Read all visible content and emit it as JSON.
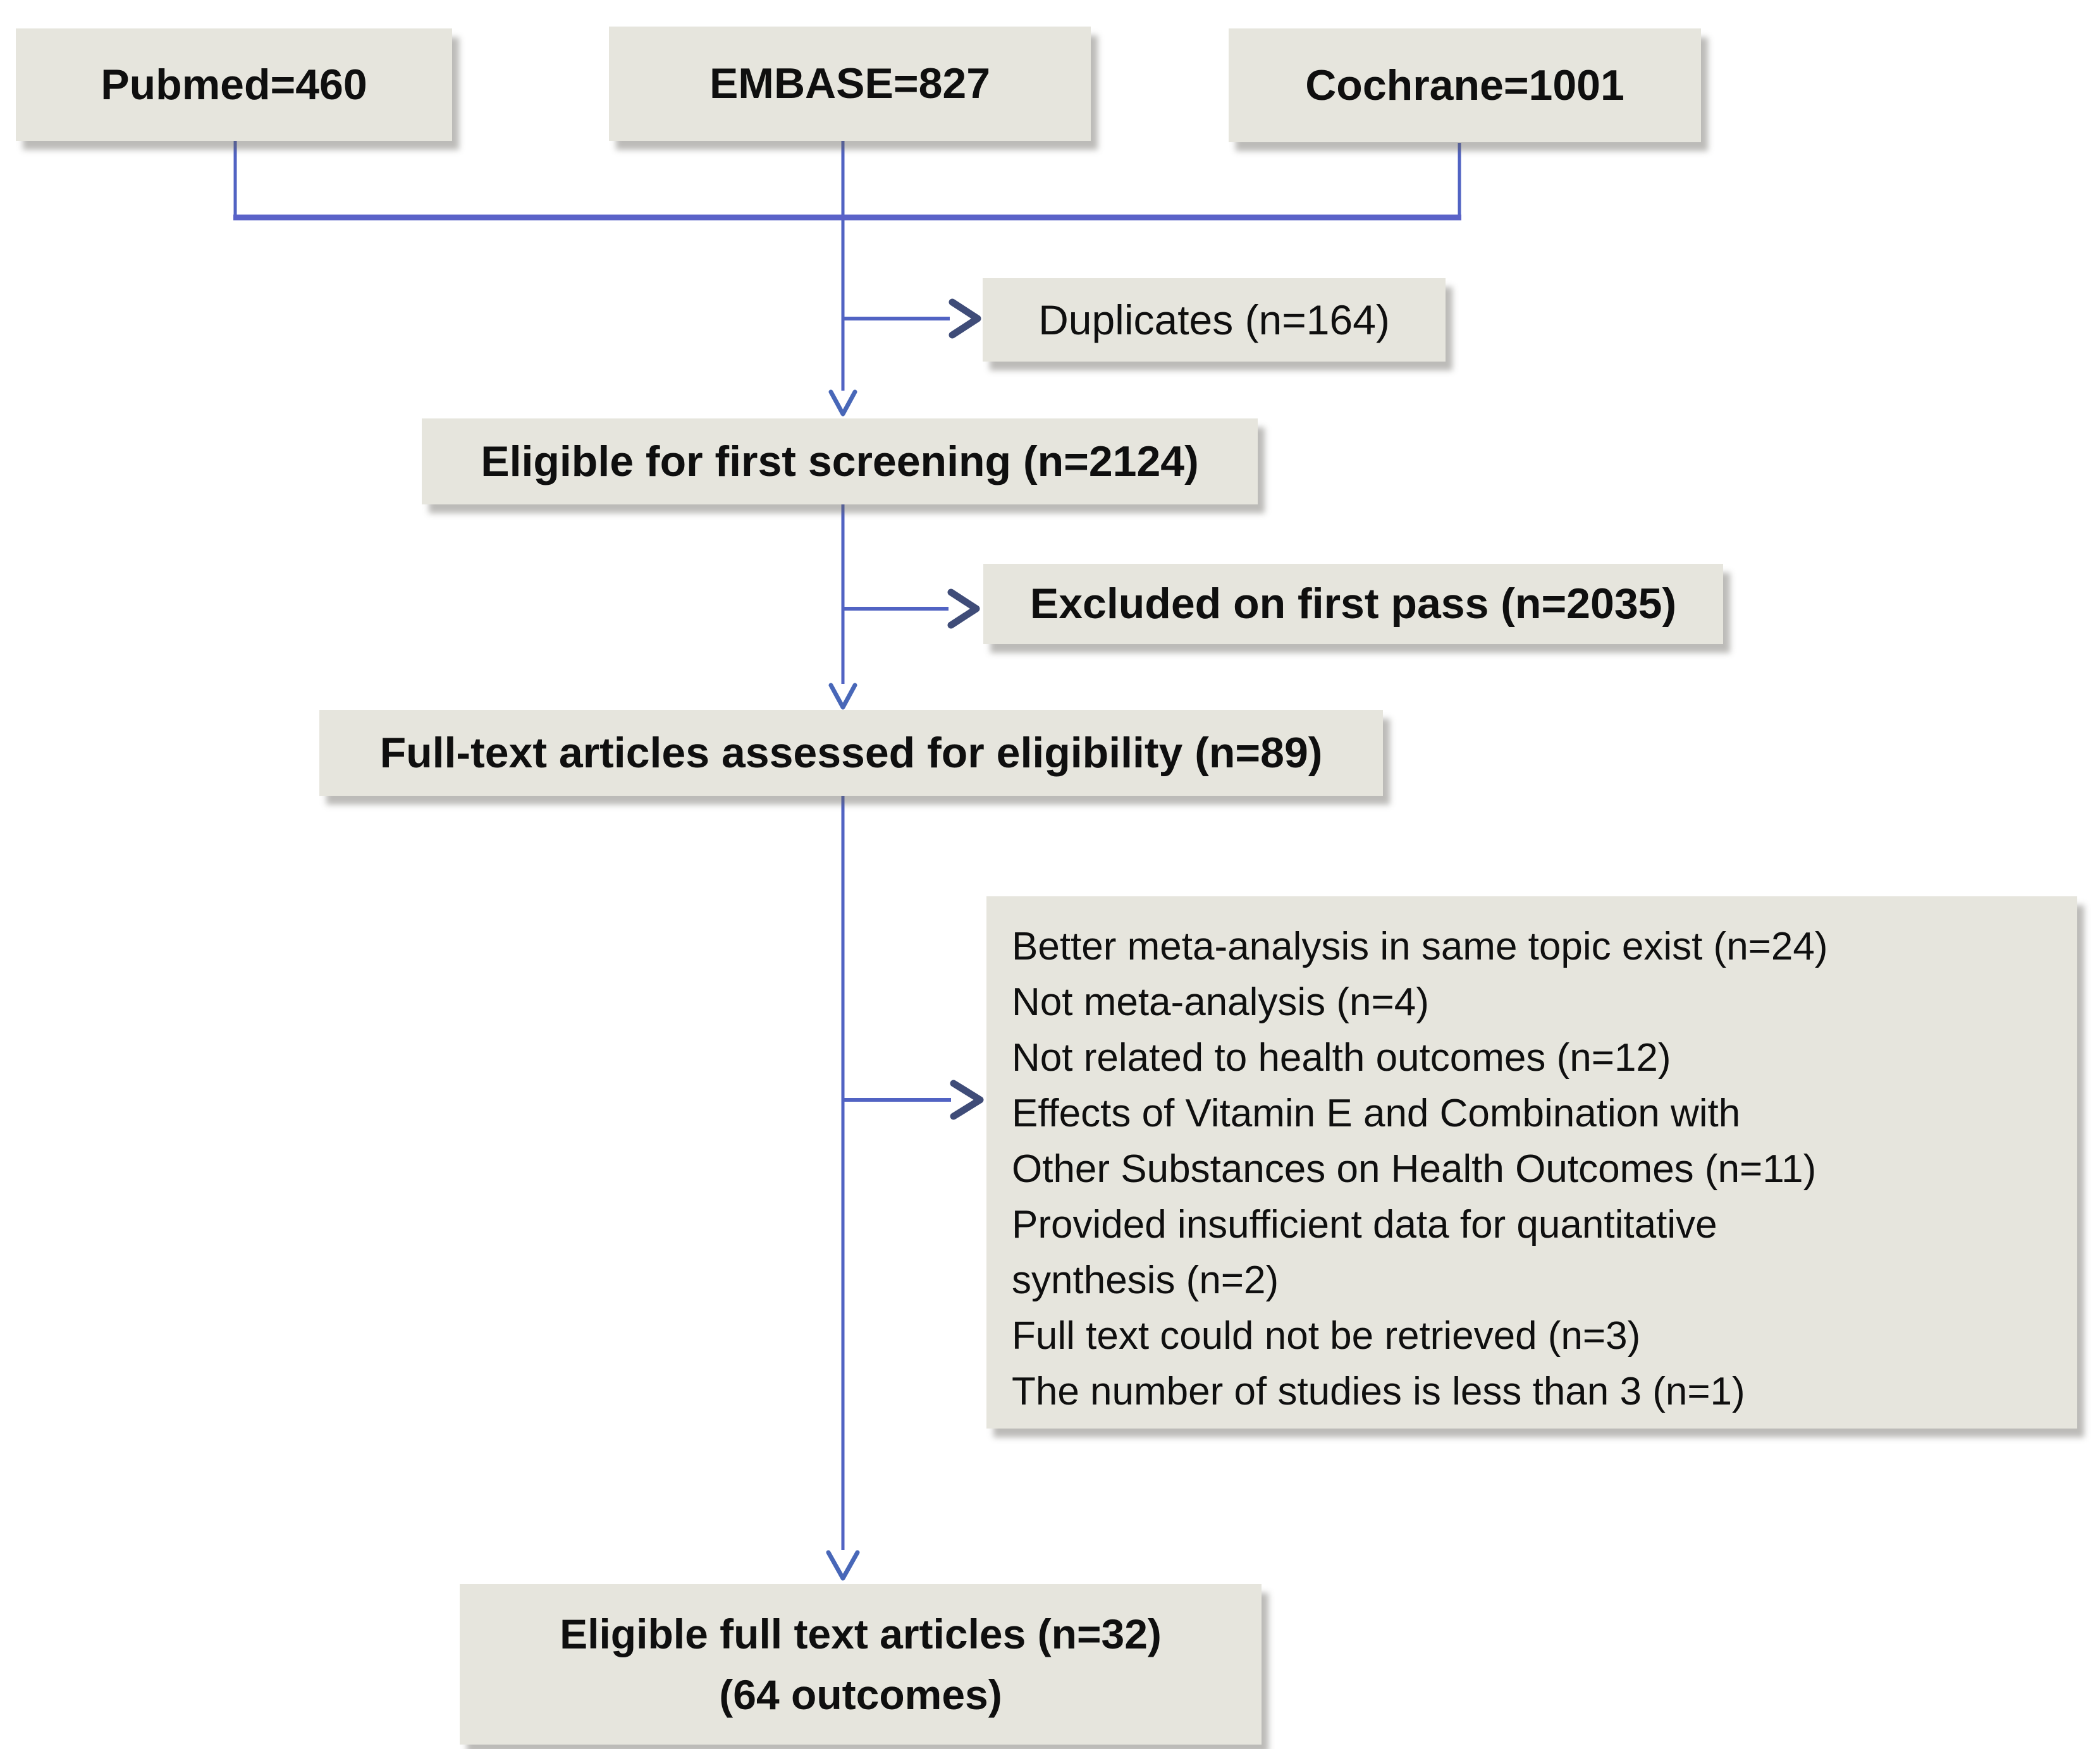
{
  "colors": {
    "box_fill": "#e6e5dd",
    "line_blue": "#5163c3",
    "merge_line": "#5a62c8",
    "down_arrow": "#4867b8",
    "right_arrow": "#3f4c78",
    "text": "#0f0f0f"
  },
  "sources": [
    {
      "label": "Pubmed=460"
    },
    {
      "label": "EMBASE=827"
    },
    {
      "label": "Cochrane=1001"
    }
  ],
  "duplicates": {
    "label": "Duplicates (n=164)"
  },
  "first_screening": {
    "label": "Eligible for first screening (n=2124)"
  },
  "excluded_first_pass": {
    "label": "Excluded on first pass (n=2035)"
  },
  "fulltext_assessed": {
    "label": "Full-text articles assessed for eligibility (n=89)"
  },
  "exclusion_reasons": {
    "lines": [
      "Better meta-analysis in same topic exist (n=24)",
      "Not meta-analysis (n=4)",
      "Not related to health outcomes (n=12)",
      "Effects of Vitamin E and Combination with",
      "Other Substances on Health Outcomes (n=11)",
      "Provided insufficient data for quantitative",
      "synthesis (n=2)",
      "Full text could not be retrieved (n=3)",
      "The number of studies is less than 3 (n=1)"
    ]
  },
  "eligible_final": {
    "line1": "Eligible full text articles (n=32)",
    "line2": "(64 outcomes)"
  }
}
